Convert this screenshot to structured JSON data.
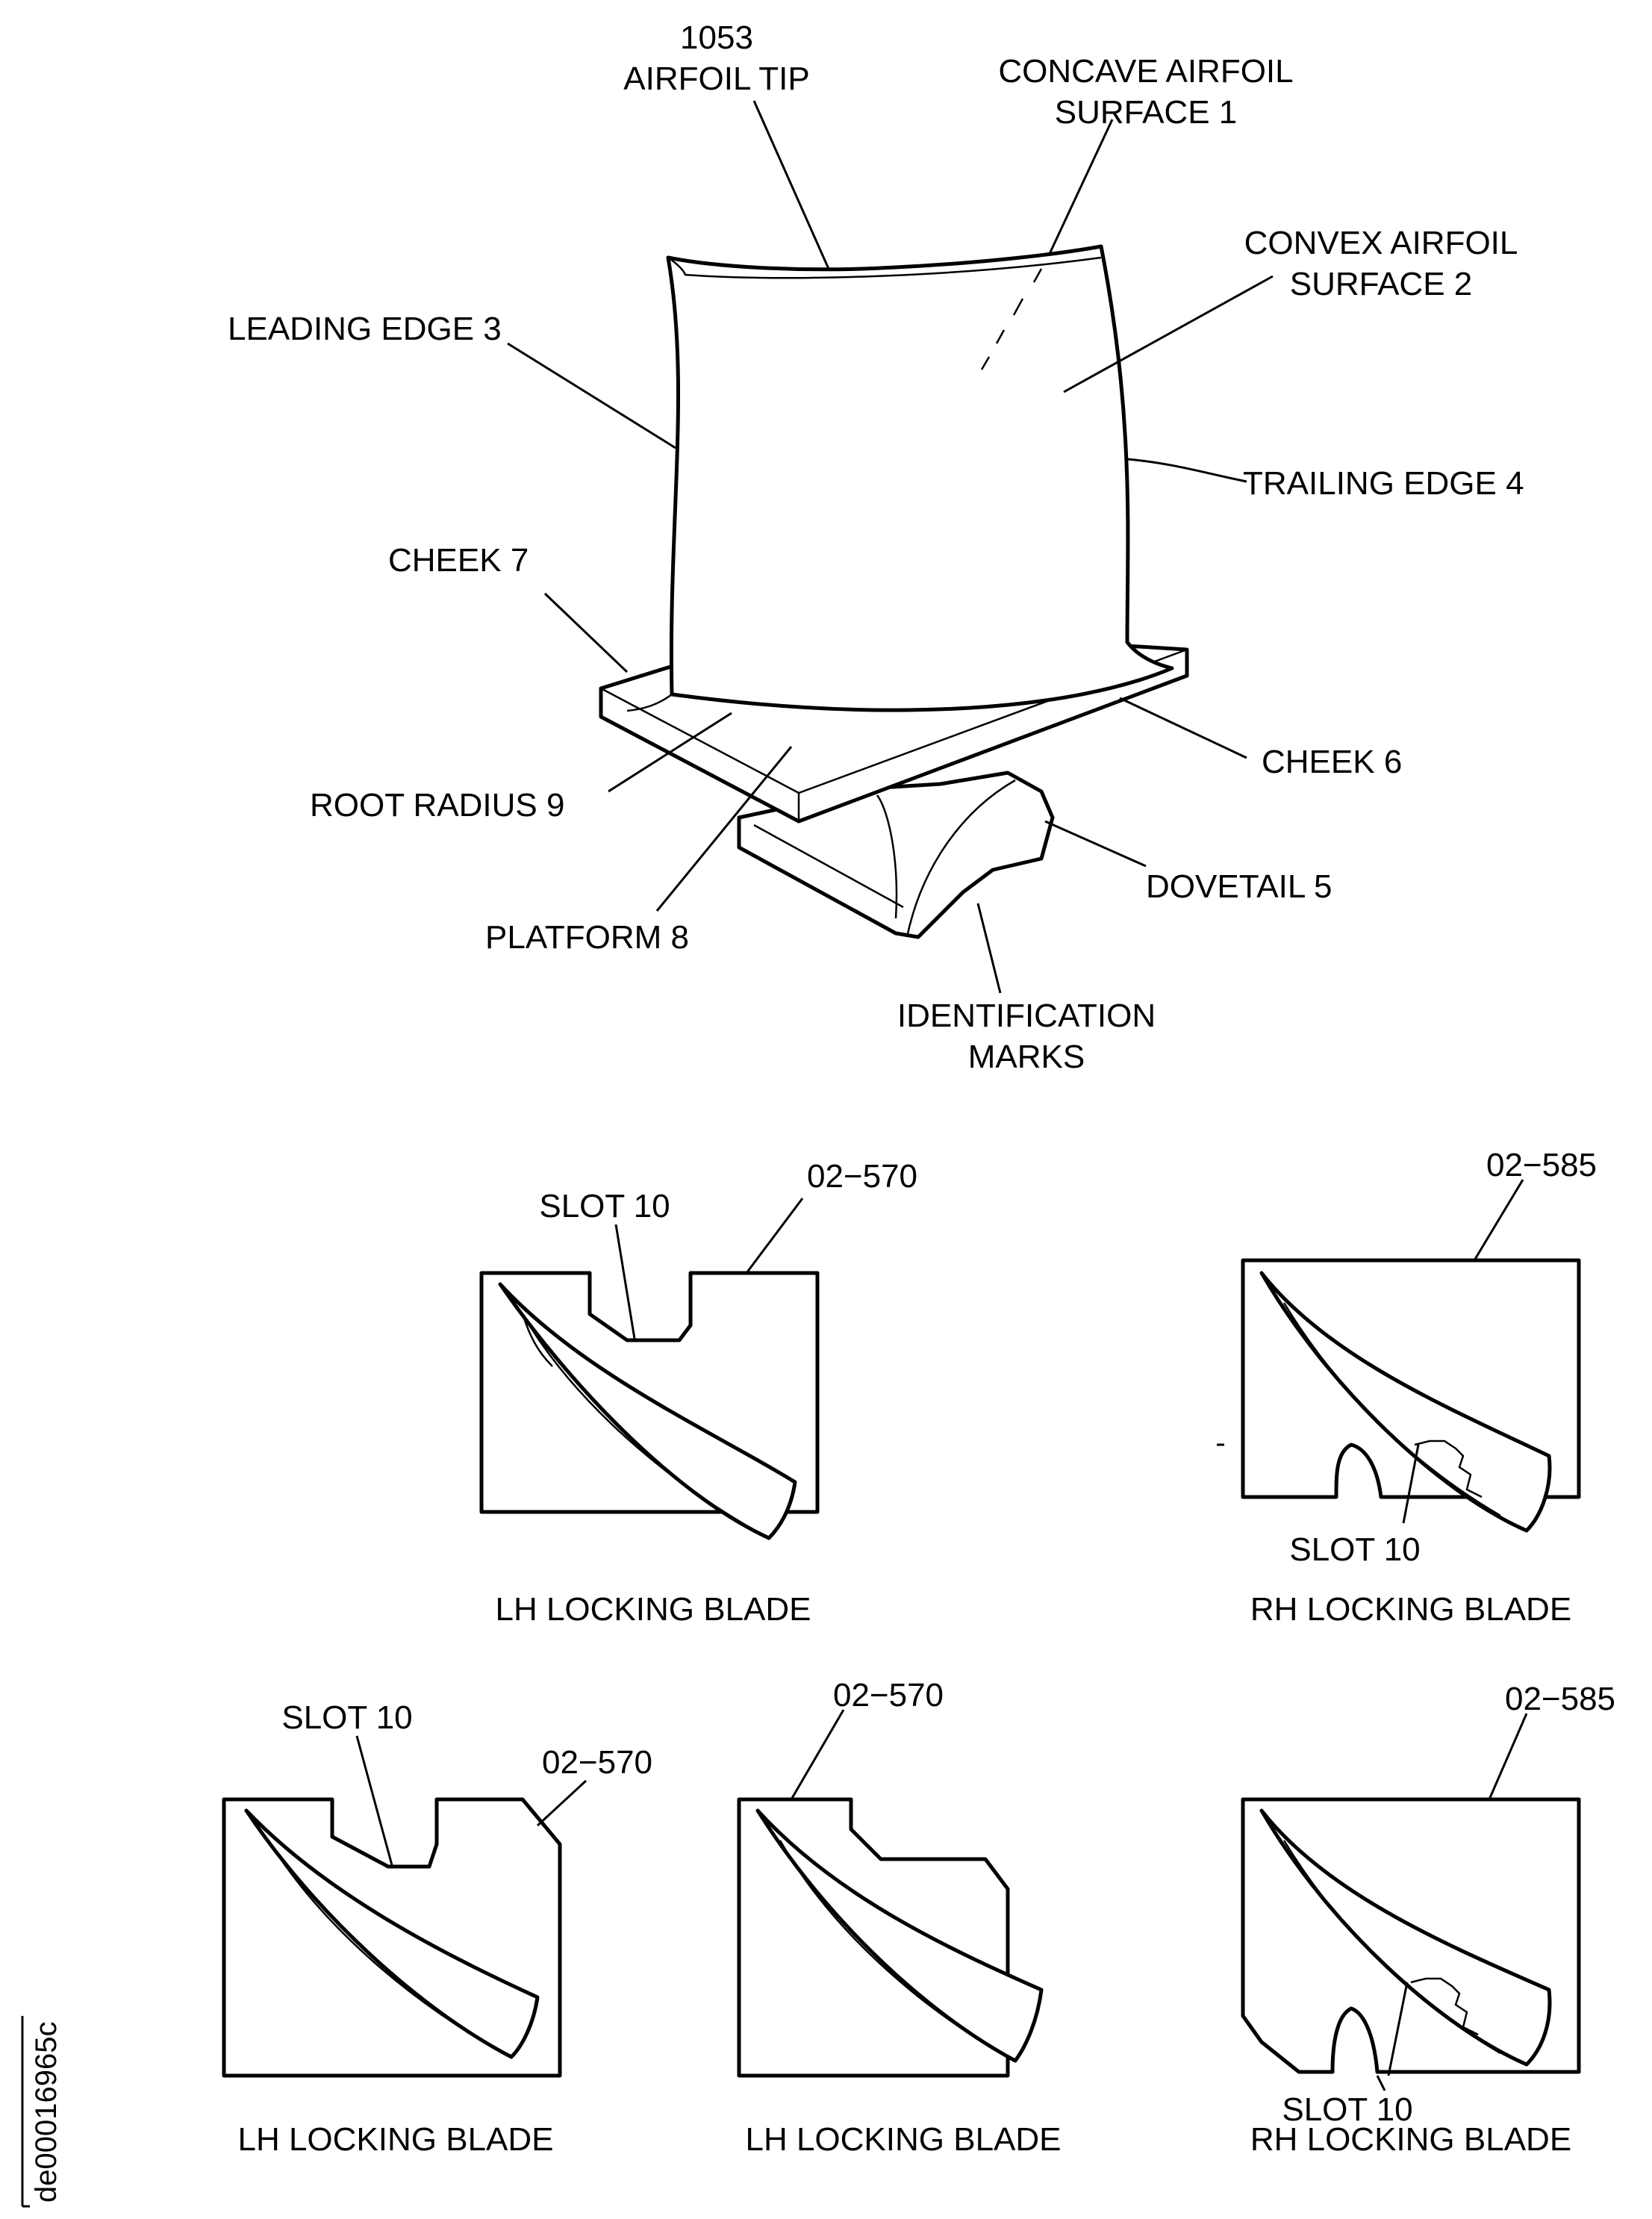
{
  "blade": {
    "ref": "1053",
    "airfoil_tip": "AIRFOIL TIP",
    "concave_l1": "CONCAVE AIRFOIL",
    "concave_l2": "SURFACE 1",
    "convex_l1": "CONVEX AIRFOIL",
    "convex_l2": "SURFACE 2",
    "leading_edge": "LEADING EDGE 3",
    "trailing_edge": "TRAILING EDGE 4",
    "cheek7": "CHEEK 7",
    "cheek6": "CHEEK 6",
    "root_radius": "ROOT RADIUS 9",
    "dovetail": "DOVETAIL 5",
    "platform": "PLATFORM 8",
    "ident_l1": "IDENTIFICATION",
    "ident_l2": "MARKS"
  },
  "views": [
    {
      "ref": "02−570",
      "slot": "SLOT 10",
      "caption": "LH LOCKING BLADE"
    },
    {
      "ref": "02−585",
      "slot": "SLOT 10",
      "caption": "RH LOCKING BLADE"
    },
    {
      "ref": "02−570",
      "slot": "SLOT 10",
      "caption": "LH LOCKING BLADE"
    },
    {
      "ref": "02−570",
      "caption": "LH LOCKING BLADE"
    },
    {
      "ref": "02−585",
      "slot": "SLOT 10",
      "caption": "RH LOCKING BLADE"
    }
  ],
  "figure_id": "de00016965c"
}
